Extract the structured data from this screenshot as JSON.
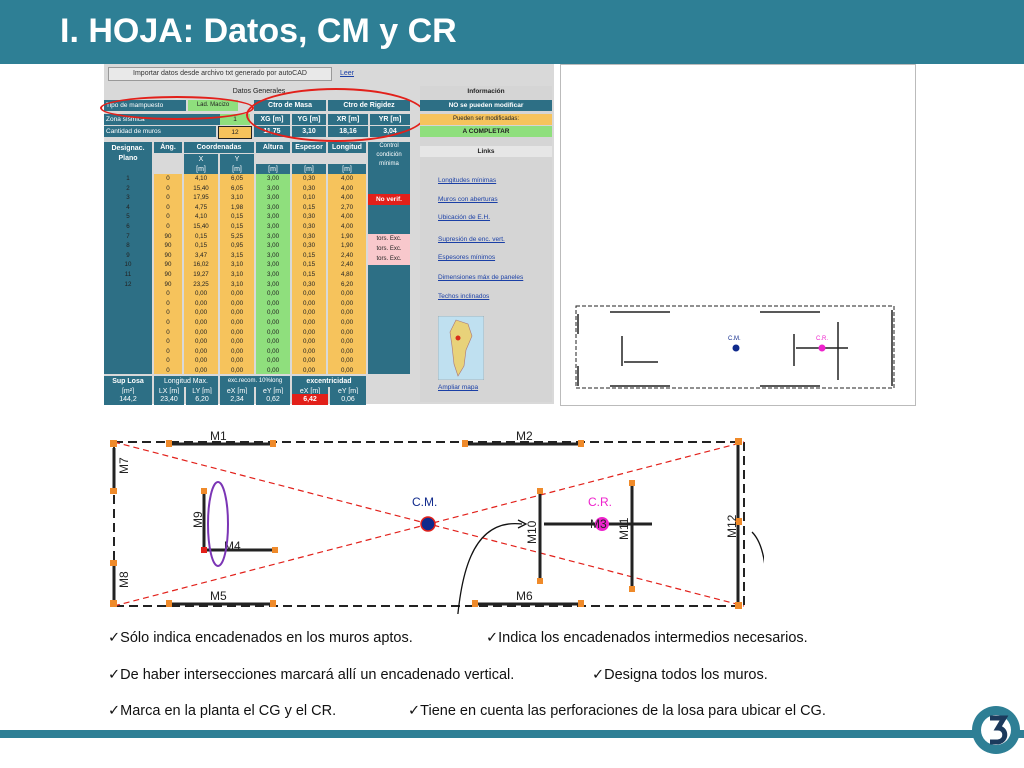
{
  "title": "I.   HOJA: Datos, CM y CR",
  "sheet": {
    "import_label": "Importar datos desde archivo txt generado por autoCAD",
    "leer": "Leer",
    "datos_generales": "Datos Generales",
    "tipo_mampuesto_label": "Tipo de mampuesto",
    "tipo_mampuesto_value": "Lad. Macizo",
    "zona_sismica_label": "Zona sísmica",
    "zona_sismica_value": "1",
    "cantidad_muros_label": "Cantidad de muros",
    "cantidad_muros_value": "12",
    "ctro_masa": "Ctro de Masa",
    "ctro_rigidez": "Ctro de Rigidez",
    "xg_label": "XG [m]",
    "yg_label": "YG [m]",
    "xr_label": "XR [m]",
    "yr_label": "YR [m]",
    "xg": "11,75",
    "yg": "3,10",
    "xr": "18,16",
    "yr": "3,04",
    "headers": {
      "designac": "Designac. Plano",
      "ang": "Áng.",
      "coordenadas": "Coordenadas",
      "x": "X",
      "y": "Y",
      "altura": "Altura",
      "espesor": "Espesor",
      "longitud": "Longitud",
      "control": "Control condición mínima",
      "unit_m": "[m]"
    },
    "rows_designac": [
      "1",
      "2",
      "3",
      "4",
      "5",
      "6",
      "7",
      "8",
      "9",
      "10",
      "11",
      "12"
    ],
    "ang": [
      "0",
      "0",
      "0",
      "0",
      "0",
      "0",
      "90",
      "90",
      "90",
      "90",
      "90",
      "90",
      "0",
      "0",
      "0",
      "0",
      "0",
      "0",
      "0",
      "0",
      "0"
    ],
    "x": [
      "4,10",
      "15,40",
      "17,95",
      "4,75",
      "4,10",
      "15,40",
      "0,15",
      "0,15",
      "3,47",
      "16,02",
      "19,27",
      "23,25",
      "0,00",
      "0,00",
      "0,00",
      "0,00",
      "0,00",
      "0,00",
      "0,00",
      "0,00",
      "0,00"
    ],
    "y": [
      "6,05",
      "6,05",
      "3,10",
      "1,98",
      "0,15",
      "0,15",
      "5,25",
      "0,95",
      "3,15",
      "3,10",
      "3,10",
      "3,10",
      "0,00",
      "0,00",
      "0,00",
      "0,00",
      "0,00",
      "0,00",
      "0,00",
      "0,00",
      "0,00"
    ],
    "altura": [
      "3,00",
      "3,00",
      "3,00",
      "3,00",
      "3,00",
      "3,00",
      "3,00",
      "3,00",
      "3,00",
      "3,00",
      "3,00",
      "3,00",
      "0,00",
      "0,00",
      "0,00",
      "0,00",
      "0,00",
      "0,00",
      "0,00",
      "0,00",
      "0,00"
    ],
    "espesor": [
      "0,30",
      "0,30",
      "0,10",
      "0,15",
      "0,30",
      "0,30",
      "0,30",
      "0,30",
      "0,15",
      "0,15",
      "0,15",
      "0,30",
      "0,00",
      "0,00",
      "0,00",
      "0,00",
      "0,00",
      "0,00",
      "0,00",
      "0,00",
      "0,00"
    ],
    "longitud": [
      "4,00",
      "4,00",
      "4,00",
      "2,70",
      "4,00",
      "4,00",
      "1,90",
      "1,90",
      "2,40",
      "2,40",
      "4,80",
      "6,20",
      "0,00",
      "0,00",
      "0,00",
      "0,00",
      "0,00",
      "0,00",
      "0,00",
      "0,00",
      "0,00"
    ],
    "control": {
      "no_verif": "No verif.",
      "tors1": "tors. Exc.",
      "tors2": "tors. Exc.",
      "tors3": "tors. Exc."
    },
    "footer": {
      "sup_losa": "Sup Losa",
      "sup_losa_unit": "[m²]",
      "sup_losa_value": "144,2",
      "longitud_max": "Longitud Max.",
      "lx": "LX [m]",
      "ly": "LY [m]",
      "lx_value": "23,40",
      "ly_value": "6,20",
      "exc_recom": "exc.recom. 10%long",
      "ex": "eX [m]",
      "ey": "eY [m]",
      "ex_value": "2,34",
      "ey_value": "0,62",
      "excentricidad": "excentricidad",
      "ex2": "eX [m]",
      "ey2": "eY [m]",
      "ex2_value": "6,42",
      "ey2_value": "0,06"
    }
  },
  "info": {
    "title": "Información",
    "no_modificar": "NO se pueden modificar",
    "pueden": "Pueden ser modificadas:",
    "completar": "A COMPLETAR",
    "links_title": "Links",
    "links": [
      "Longitudes mínimas",
      "Muros con aberturas",
      "Ubicación de E.H.",
      "Supresión de enc. vert.",
      "Espesores mínimos",
      "Dimensiones máx de paneles",
      "Techos inclinados"
    ],
    "ampliar": "Ampliar mapa"
  },
  "plan": {
    "walls": [
      "M1",
      "M2",
      "M3",
      "M4",
      "M5",
      "M6",
      "M7",
      "M8",
      "M9",
      "M10",
      "M11",
      "M12"
    ],
    "cm": "C.M.",
    "cr": "C.R."
  },
  "notes": [
    "✓Sólo indica encadenados en los muros aptos.",
    "✓Indica los encadenados  intermedios necesarios.",
    "✓De haber intersecciones marcará allí un encadenado vertical.",
    "✓Designa todos los muros.",
    "✓Marca en la planta el CG y el CR.",
    "✓Tiene en cuenta las perforaciones de la losa para ubicar el CG."
  ],
  "colors": {
    "teal": "#2e7f95",
    "orange": "#f6c35c",
    "green": "#8fdf7d",
    "red": "#e2201a",
    "cr": "#ee22cc",
    "cm": "#102a8c"
  }
}
